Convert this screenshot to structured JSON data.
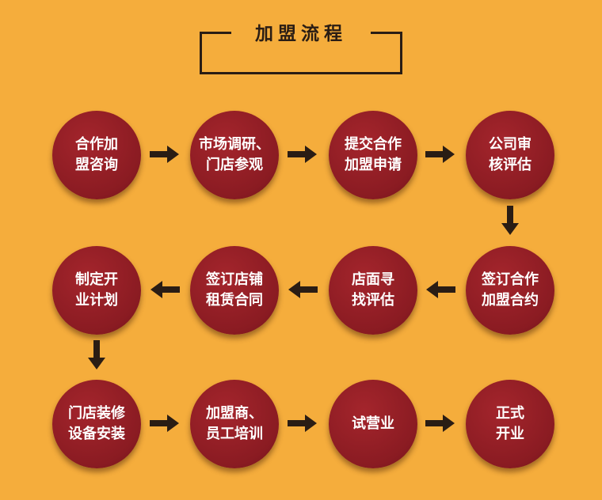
{
  "title": "加盟流程",
  "steps": [
    "合作加\n盟咨询",
    "市场调研、\n门店参观",
    "提交合作\n加盟申请",
    "公司审\n核评估",
    "签订合作\n加盟合约",
    "店面寻\n找评估",
    "签订店铺\n租赁合同",
    "制定开\n业计划",
    "门店装修\n设备安装",
    "加盟商、\n员工培训",
    "试营业",
    "正式\n开业"
  ],
  "colors": {
    "background": "#f5ad3c",
    "node": "#8a1b22",
    "arrow": "#2a1d14",
    "text": "#ffffff"
  }
}
